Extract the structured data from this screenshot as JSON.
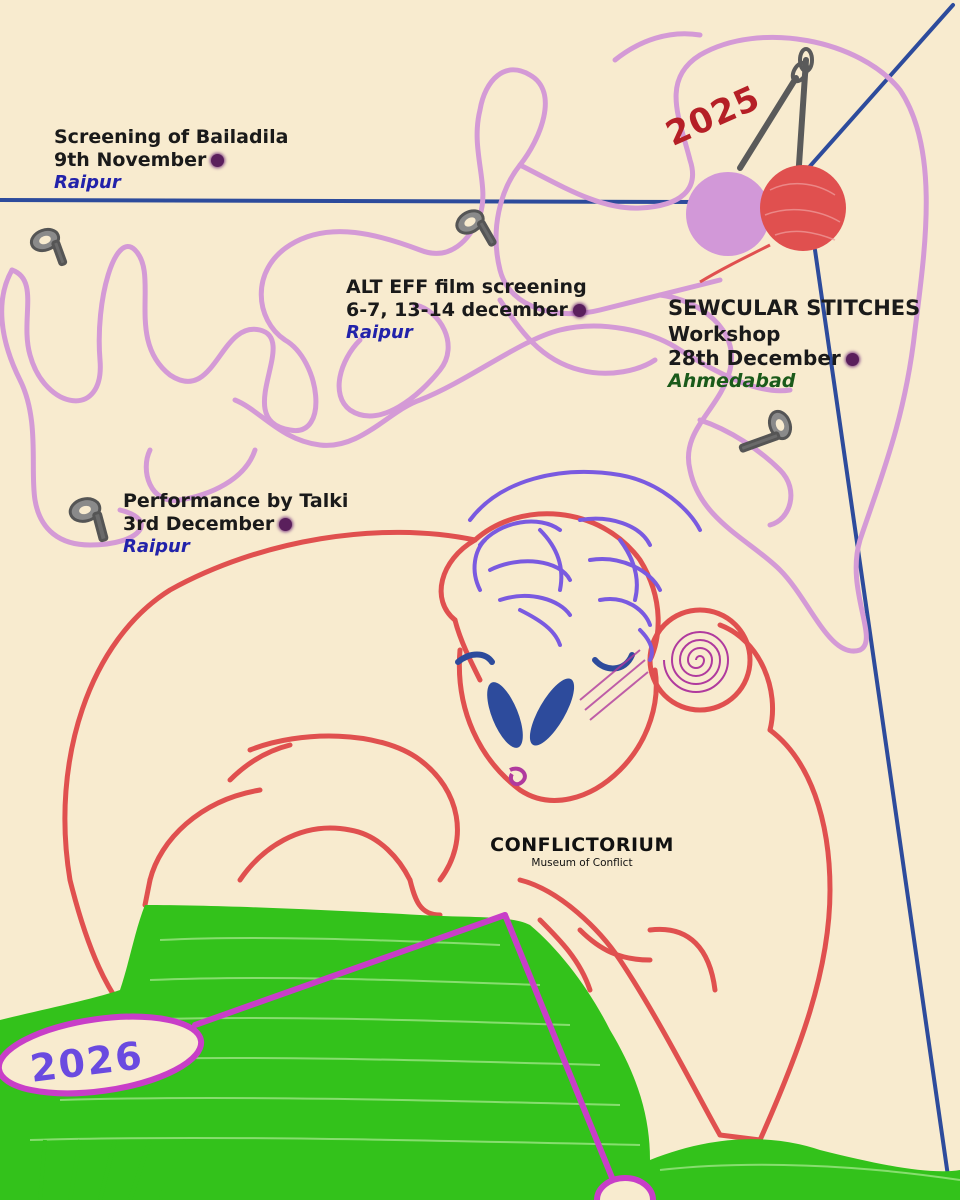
{
  "events": [
    {
      "id": "bailadila",
      "title": "Screening of Bailadila",
      "date": "9th November",
      "city": "Raipur"
    },
    {
      "id": "alteff",
      "title": "ALT EFF film screening",
      "date": "6-7, 13-14 december",
      "city": "Raipur"
    },
    {
      "id": "sewcular",
      "title": "SEWCULAR STITCHES",
      "subtitle": "Workshop",
      "date": "28th December",
      "city": "Ahmedabad"
    },
    {
      "id": "talki",
      "title": "Performance by Talki",
      "date": "3rd December",
      "city": "Raipur"
    }
  ],
  "years": {
    "start": "2025",
    "end": "2026"
  },
  "brand": {
    "name": "CONFLICTORIUM",
    "tagline": "Museum of Conflict"
  },
  "colors": {
    "background": "#f8ebcf",
    "thread": "#d49ad6",
    "figure": "#e0504f",
    "knit": "#33c21b",
    "line": "#2d4b9c",
    "hair": "#7a5ae0",
    "needle": "#c83ec8",
    "city_raipur": "#2222aa",
    "city_ahmedabad": "#1a5a1a",
    "year_2025": "#b51f26",
    "year_2026": "#6a4ae0"
  },
  "icons": [
    "pin-icon",
    "yarn-ball-icon",
    "knitting-needle-icon",
    "headphone-spiral-icon"
  ]
}
